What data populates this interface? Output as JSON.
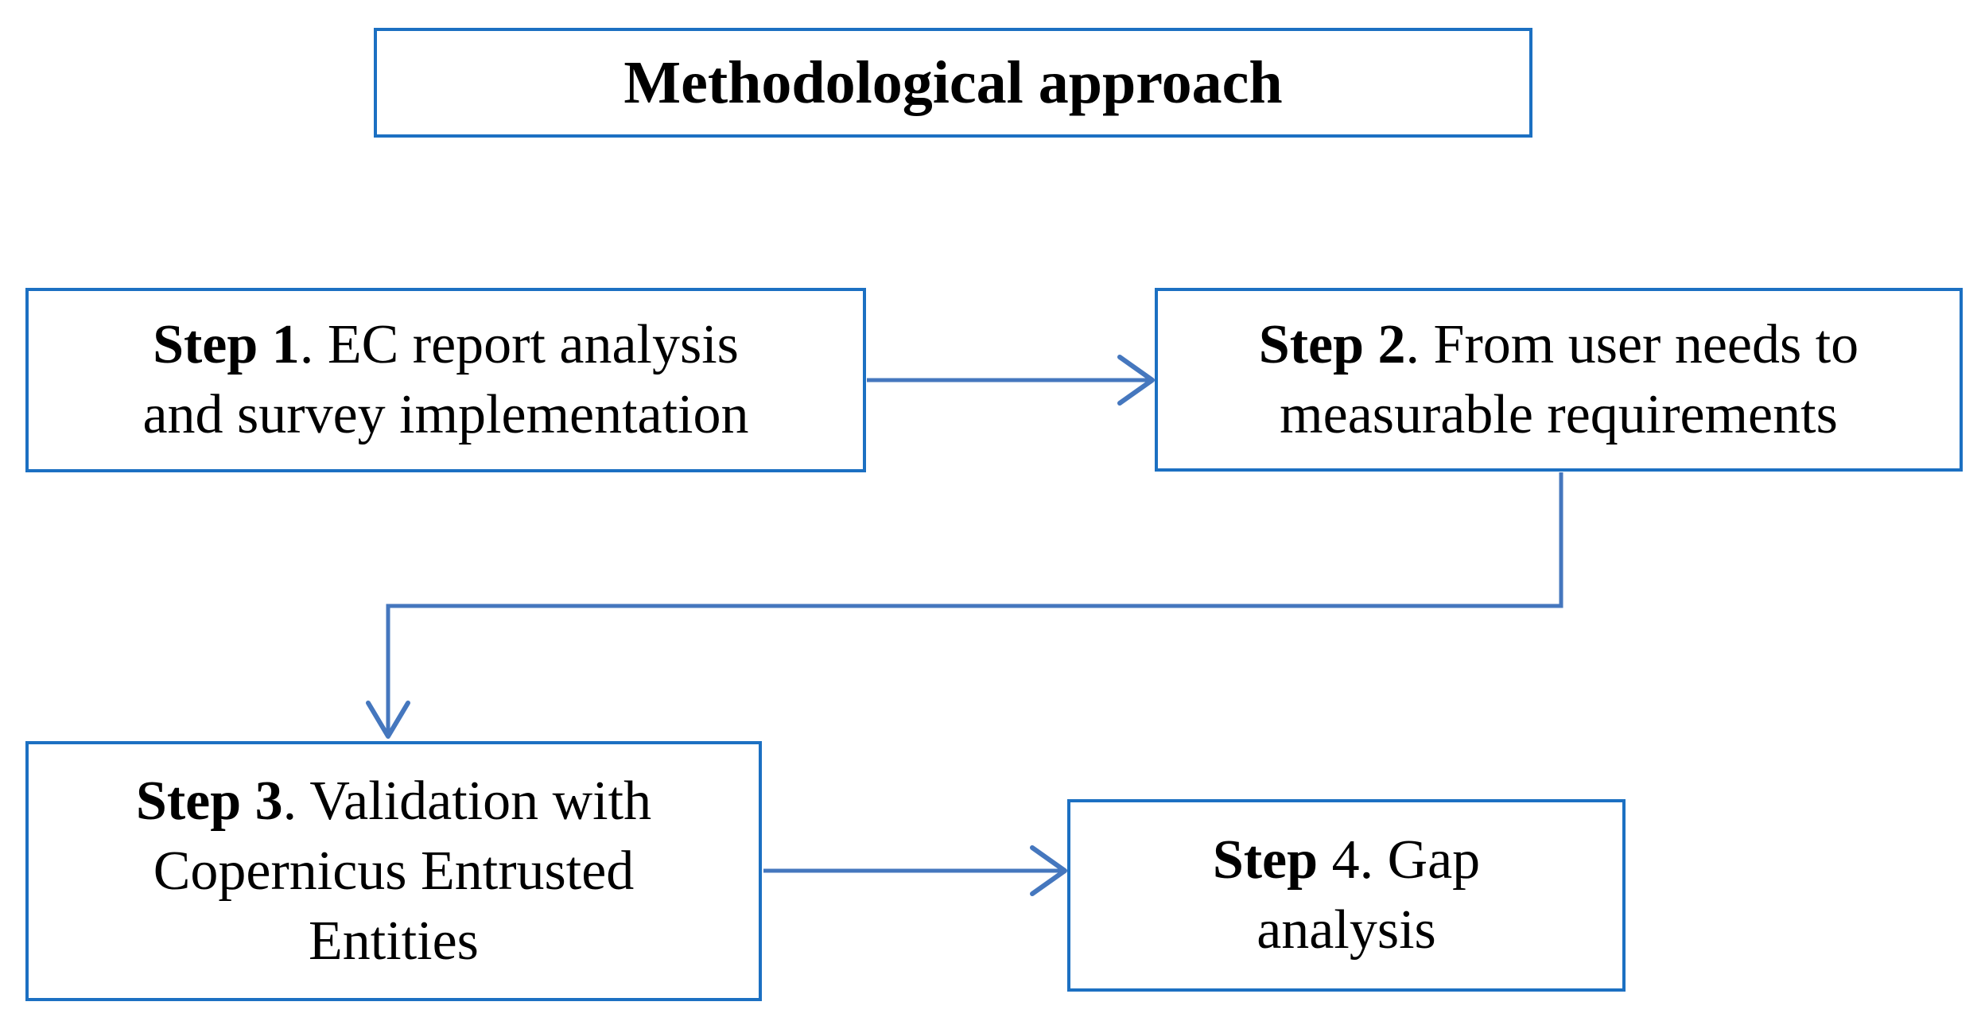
{
  "diagram": {
    "title": "Methodological approach",
    "steps": [
      {
        "bold": "Step 1",
        "rest": ". EC report analysis\nand survey implementation"
      },
      {
        "bold": "Step 2",
        "rest": ". From user needs to\nmeasurable requirements"
      },
      {
        "bold": "Step 3",
        "rest": ". Validation with\nCopernicus Entrusted\nEntities"
      },
      {
        "bold": "Step",
        "rest": " 4. Gap\nanalysis"
      }
    ],
    "flow": [
      "step1 -> step2",
      "step2 -> step3",
      "step3 -> step4"
    ],
    "colors": {
      "box_border": "#1c70c2",
      "connector": "#4577be",
      "text": "#000000",
      "canvas_background": "#ffffff"
    }
  }
}
